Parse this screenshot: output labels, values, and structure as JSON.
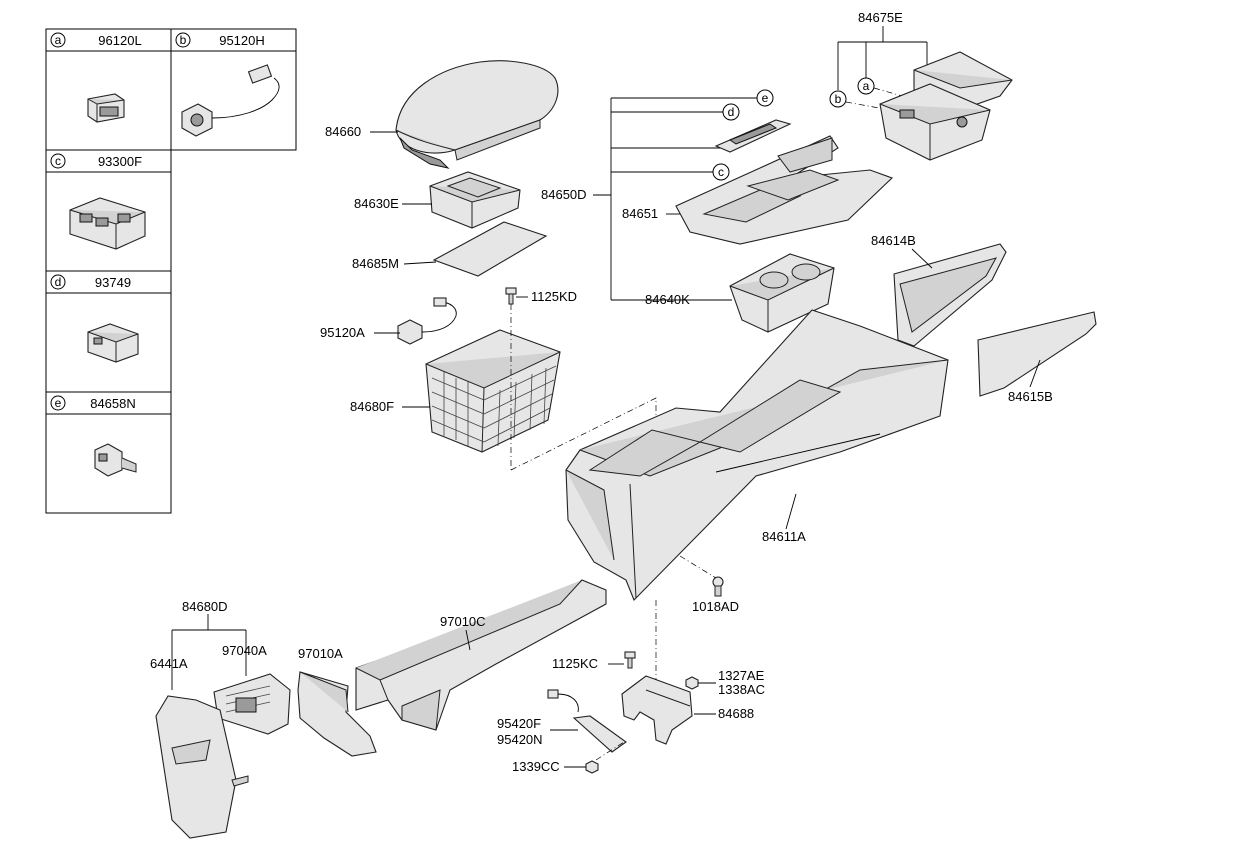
{
  "legend": [
    {
      "letter": "a",
      "part": "96120L"
    },
    {
      "letter": "b",
      "part": "95120H"
    },
    {
      "letter": "c",
      "part": "93300F"
    },
    {
      "letter": "d",
      "part": "93749"
    },
    {
      "letter": "e",
      "part": "84658N"
    }
  ],
  "callouts": {
    "a": "a",
    "b": "b",
    "c": "c",
    "d": "d",
    "e": "e"
  },
  "labels": {
    "p84675E": "84675E",
    "p84660": "84660",
    "p84630E": "84630E",
    "p84685M": "84685M",
    "p1125KD": "1125KD",
    "p95120A": "95120A",
    "p84680F": "84680F",
    "p84650D": "84650D",
    "p84651": "84651",
    "p84640K": "84640K",
    "p84614B": "84614B",
    "p84615B": "84615B",
    "p84611A": "84611A",
    "p1018AD": "1018AD",
    "p84680D": "84680D",
    "p6441A": "6441A",
    "p97040A": "97040A",
    "p97010A": "97010A",
    "p97010C": "97010C",
    "p1125KC": "1125KC",
    "p1327AE": "1327AE",
    "p1338AC": "1338AC",
    "p84688": "84688",
    "p95420F": "95420F",
    "p95420N": "95420N",
    "p1339CC": "1339CC"
  }
}
